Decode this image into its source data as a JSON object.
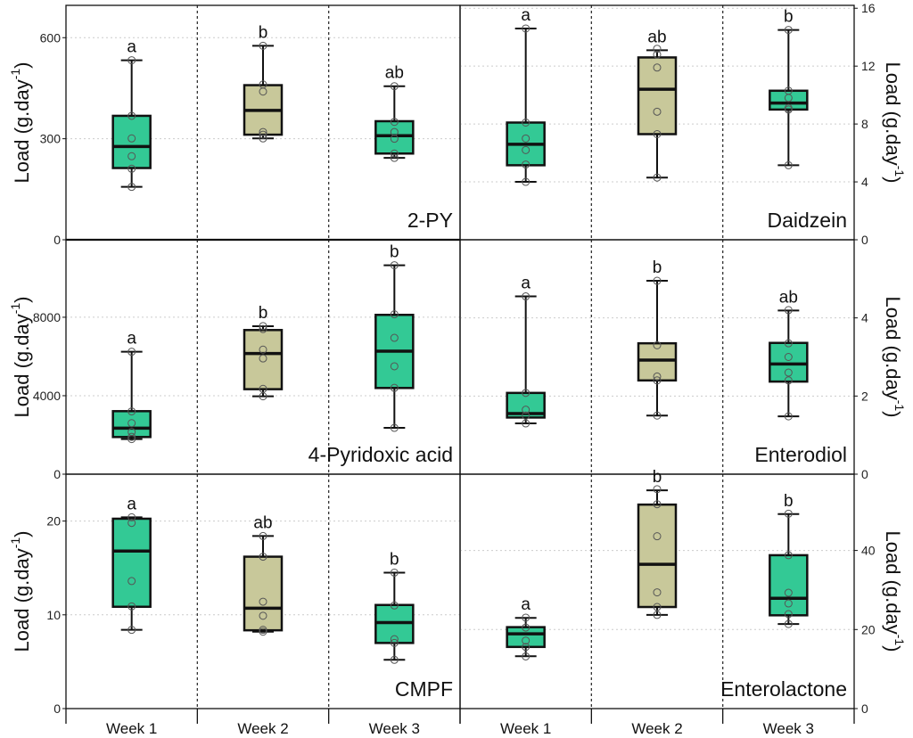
{
  "chart_data": {
    "type": "box",
    "weeks": [
      "Week 1",
      "Week 2",
      "Week 3"
    ],
    "week_colors": [
      "#33c995",
      "#c8c89a",
      "#33c995"
    ],
    "ylabel": "Load (g.day-1)",
    "ylabel_base": "Load (g.day",
    "ylabel_sup": "-1",
    "ylabel_close": ")",
    "panels": [
      {
        "name": "2-PY",
        "axis": "left",
        "ylim": [
          0,
          696
        ],
        "ticks": [
          0,
          300,
          600
        ],
        "boxes": [
          {
            "week": "Week 1",
            "min": 157,
            "q1": 213,
            "median": 277,
            "q3": 368,
            "max": 533,
            "letter": "a",
            "points": [
              533,
              368,
              301,
              248,
              211,
              157
            ]
          },
          {
            "week": "Week 2",
            "min": 301,
            "q1": 312,
            "median": 384,
            "q3": 459,
            "max": 576,
            "letter": "b",
            "points": [
              576,
              461,
              440,
              320,
              312,
              301
            ]
          },
          {
            "week": "Week 3",
            "min": 243,
            "q1": 256,
            "median": 309,
            "q3": 352,
            "max": 456,
            "letter": "ab",
            "points": [
              456,
              350,
              320,
              300,
              256,
              243
            ]
          }
        ]
      },
      {
        "name": "Daidzein",
        "axis": "right",
        "ylim": [
          0,
          16.2
        ],
        "ticks": [
          0,
          4,
          8,
          12,
          16
        ],
        "boxes": [
          {
            "week": "Week 1",
            "min": 4.0,
            "q1": 5.15,
            "median": 6.6,
            "q3": 8.1,
            "max": 14.6,
            "letter": "a",
            "points": [
              14.6,
              8.1,
              7.0,
              6.2,
              5.2,
              4.0
            ]
          },
          {
            "week": "Week 2",
            "min": 4.3,
            "q1": 7.3,
            "median": 10.4,
            "q3": 12.6,
            "max": 13.1,
            "letter": "ab",
            "points": [
              13.2,
              12.8,
              11.9,
              8.85,
              7.3,
              4.3
            ]
          },
          {
            "week": "Week 3",
            "min": 5.15,
            "q1": 9.0,
            "median": 9.45,
            "q3": 10.3,
            "max": 14.5,
            "letter": "b",
            "points": [
              14.5,
              10.3,
              9.8,
              9.1,
              9.0,
              5.15
            ]
          }
        ]
      },
      {
        "name": "4-Pyridoxic acid",
        "axis": "left",
        "ylim": [
          0,
          11950
        ],
        "ticks": [
          0,
          4000,
          8000
        ],
        "boxes": [
          {
            "week": "Week 1",
            "min": 1790,
            "q1": 1894,
            "median": 2348,
            "q3": 3212,
            "max": 6240,
            "letter": "a",
            "points": [
              6240,
              3200,
              2600,
              2150,
              1900,
              1790
            ]
          },
          {
            "week": "Week 2",
            "min": 3970,
            "q1": 4333,
            "median": 6151,
            "q3": 7348,
            "max": 7545,
            "letter": "b",
            "points": [
              7550,
              7400,
              6350,
              5900,
              4350,
              3970
            ]
          },
          {
            "week": "Week 3",
            "min": 2364,
            "q1": 4394,
            "median": 6272,
            "q3": 8121,
            "max": 10650,
            "letter": "b",
            "points": [
              10650,
              8150,
              6950,
              5500,
              4400,
              2360
            ]
          }
        ]
      },
      {
        "name": "Enterodiol",
        "axis": "right",
        "ylim": [
          0,
          6
        ],
        "ticks": [
          0,
          2,
          4
        ],
        "boxes": [
          {
            "week": "Week 1",
            "min": 1.3,
            "q1": 1.45,
            "median": 1.55,
            "q3": 2.08,
            "max": 4.55,
            "letter": "a",
            "points": [
              4.55,
              2.08,
              1.65,
              1.5,
              1.3
            ]
          },
          {
            "week": "Week 2",
            "min": 1.5,
            "q1": 2.4,
            "median": 2.92,
            "q3": 3.35,
            "max": 4.95,
            "letter": "b",
            "points": [
              4.95,
              3.3,
              2.5,
              2.4,
              1.5
            ]
          },
          {
            "week": "Week 3",
            "min": 1.48,
            "q1": 2.37,
            "median": 2.82,
            "q3": 3.36,
            "max": 4.19,
            "letter": "ab",
            "points": [
              4.2,
              3.35,
              3.0,
              2.6,
              2.4,
              1.48
            ]
          }
        ]
      },
      {
        "name": "CMPF",
        "axis": "left",
        "ylim": [
          0,
          25
        ],
        "ticks": [
          0,
          10,
          20
        ],
        "boxes": [
          {
            "week": "Week 1",
            "min": 8.4,
            "q1": 10.86,
            "median": 16.8,
            "q3": 20.25,
            "max": 20.4,
            "letter": "a",
            "points": [
              20.4,
              19.8,
              13.6,
              10.9,
              8.4
            ]
          },
          {
            "week": "Week 2",
            "min": 8.2,
            "q1": 8.35,
            "median": 10.7,
            "q3": 16.2,
            "max": 18.4,
            "letter": "ab",
            "points": [
              18.4,
              16.2,
              11.4,
              9.9,
              8.4,
              8.2
            ]
          },
          {
            "week": "Week 3",
            "min": 5.2,
            "q1": 7.0,
            "median": 9.17,
            "q3": 11.05,
            "max": 14.5,
            "letter": "b",
            "points": [
              14.5,
              11.0,
              7.4,
              7.0,
              5.2
            ]
          }
        ]
      },
      {
        "name": "Enterolactone",
        "axis": "right",
        "ylim": [
          0,
          59.3
        ],
        "ticks": [
          0,
          20,
          40
        ],
        "boxes": [
          {
            "week": "Week 1",
            "min": 13.25,
            "q1": 15.6,
            "median": 18.9,
            "q3": 20.6,
            "max": 22.95,
            "letter": "a",
            "points": [
              23.0,
              20.5,
              17.2,
              15.6,
              13.2
            ]
          },
          {
            "week": "Week 2",
            "min": 23.7,
            "q1": 25.7,
            "median": 36.5,
            "q3": 51.6,
            "max": 55.2,
            "letter": "b",
            "points": [
              55.5,
              51.7,
              43.6,
              29.4,
              25.7,
              23.7
            ]
          },
          {
            "week": "Week 3",
            "min": 21.4,
            "q1": 23.6,
            "median": 27.9,
            "q3": 38.8,
            "max": 49.2,
            "letter": "b",
            "points": [
              49.3,
              38.8,
              29.3,
              26.6,
              23.9,
              21.4
            ]
          }
        ]
      }
    ]
  }
}
